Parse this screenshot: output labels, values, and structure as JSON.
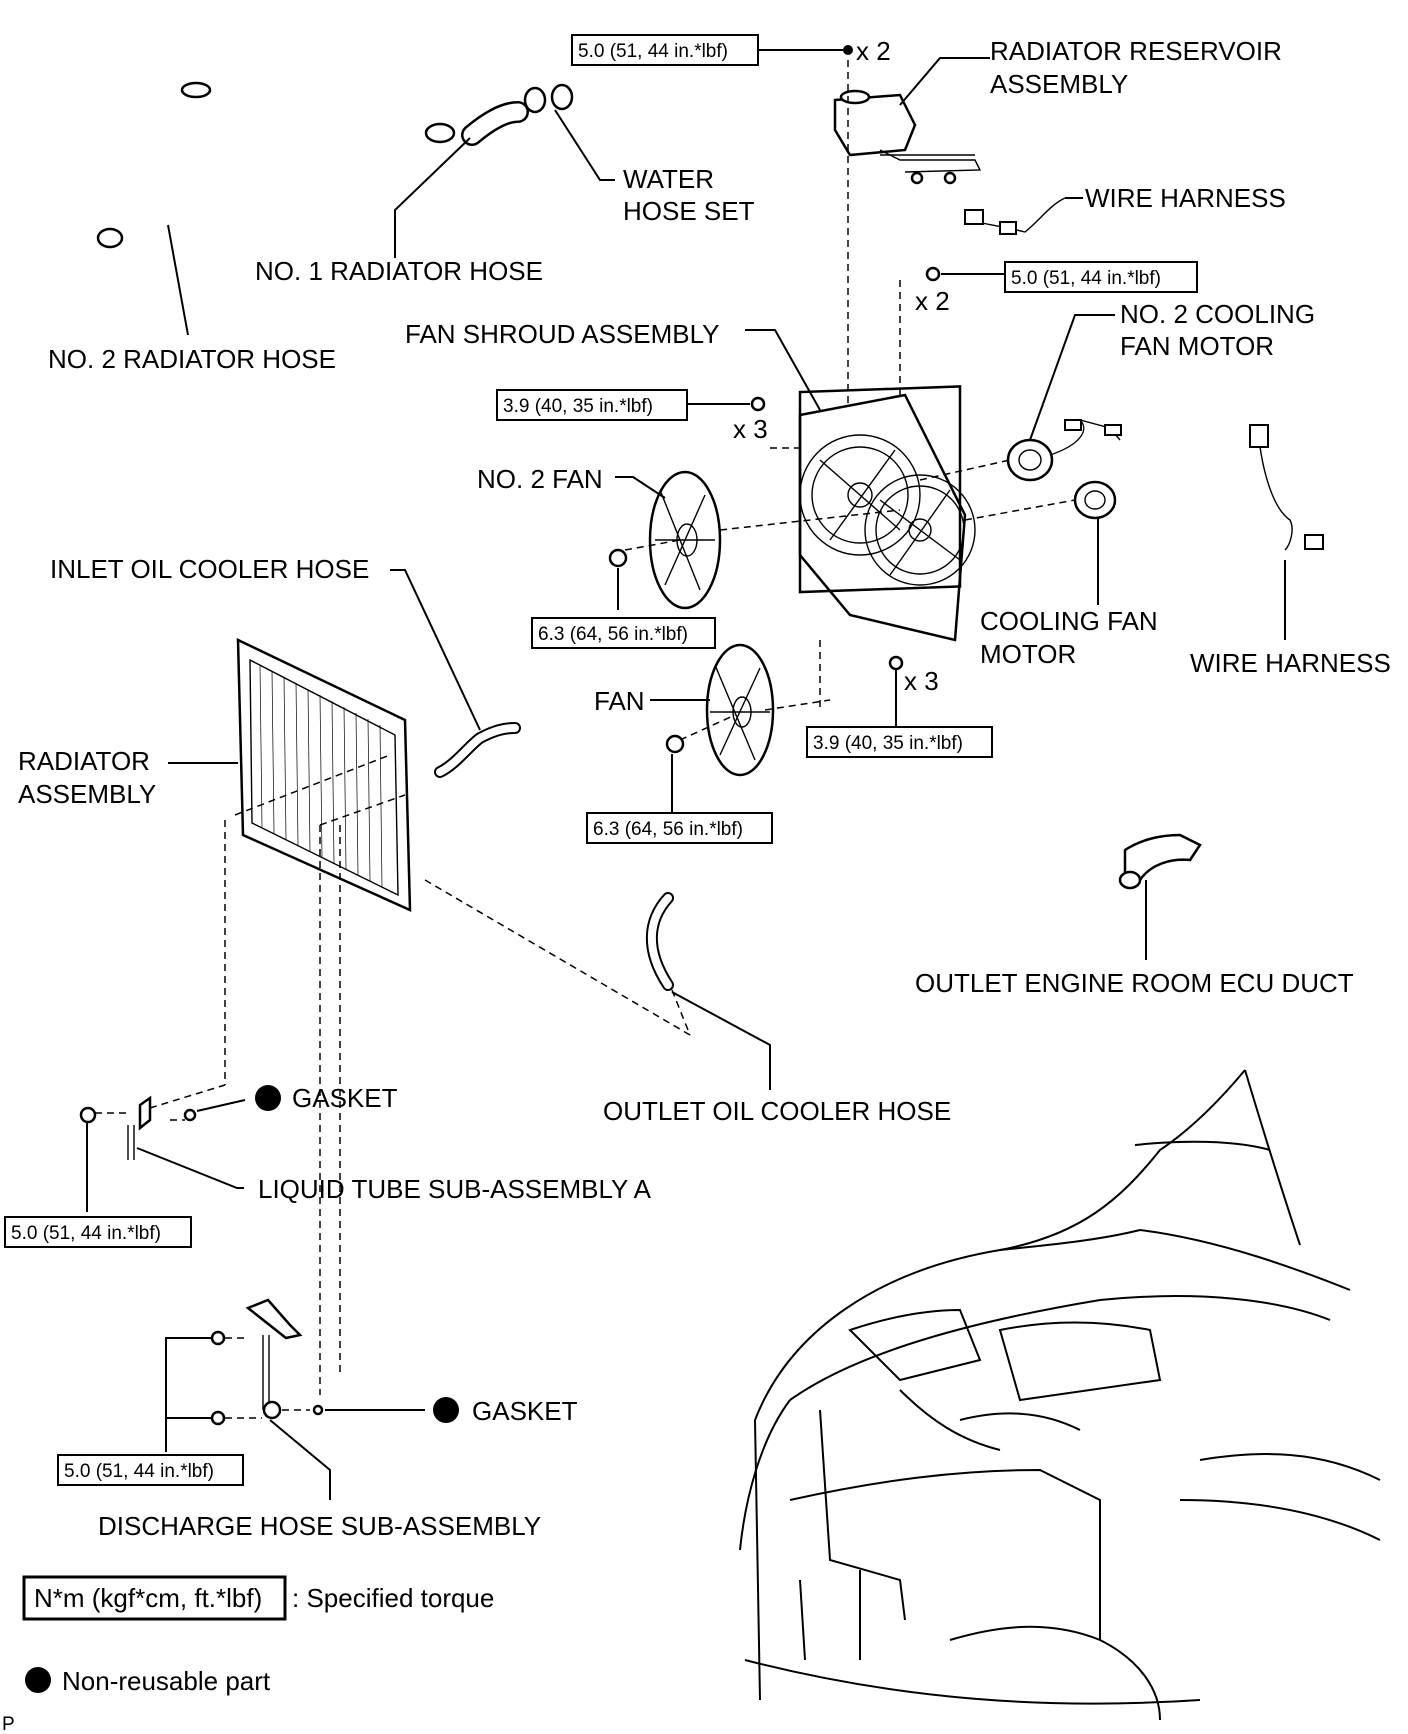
{
  "labels": {
    "radiator_reservoir_1": "RADIATOR RESERVOIR",
    "radiator_reservoir_2": "ASSEMBLY",
    "water_hose_set_1": "WATER",
    "water_hose_set_2": "HOSE SET",
    "wire_harness_top": "WIRE HARNESS",
    "no1_radiator_hose": "NO. 1 RADIATOR HOSE",
    "no2_radiator_hose": "NO. 2 RADIATOR HOSE",
    "fan_shroud_assembly": "FAN SHROUD ASSEMBLY",
    "no2_cooling_fan_motor_1": "NO. 2 COOLING",
    "no2_cooling_fan_motor_2": "FAN MOTOR",
    "no2_fan": "NO. 2 FAN",
    "inlet_oil_cooler_hose": "INLET OIL COOLER HOSE",
    "cooling_fan_motor_1": "COOLING FAN",
    "cooling_fan_motor_2": "MOTOR",
    "wire_harness_right": "WIRE HARNESS",
    "fan": "FAN",
    "radiator_assembly_1": "RADIATOR",
    "radiator_assembly_2": "ASSEMBLY",
    "outlet_engine_room_ecu_duct": "OUTLET ENGINE ROOM ECU DUCT",
    "outlet_oil_cooler_hose": "OUTLET OIL COOLER HOSE",
    "gasket_1": "GASKET",
    "liquid_tube": "LIQUID TUBE SUB-ASSEMBLY A",
    "gasket_2": "GASKET",
    "discharge_hose": "DISCHARGE HOSE SUB-ASSEMBLY",
    "p_mark": "P"
  },
  "torque": {
    "t50_top": "5.0 (51, 44 in.*lbf)",
    "t50_shroud": "5.0 (51, 44 in.*lbf)",
    "t39_left": "3.9 (40, 35 in.*lbf)",
    "t63_no2fan": "6.3 (64, 56 in.*lbf)",
    "t39_right": "3.9 (40, 35 in.*lbf)",
    "t63_fan": "6.3 (64, 56 in.*lbf)",
    "t50_liquid": "5.0 (51, 44 in.*lbf)",
    "t50_discharge": "5.0 (51, 44 in.*lbf)"
  },
  "multipliers": {
    "x2_top": "x 2",
    "x2_shroud": "x 2",
    "x3_left": "x 3",
    "x3_right": "x 3"
  },
  "legend": {
    "torque_box": "N*m (kgf*cm, ft.*lbf)",
    "torque_desc": ": Specified torque",
    "nonreusable": "Non-reusable part"
  }
}
